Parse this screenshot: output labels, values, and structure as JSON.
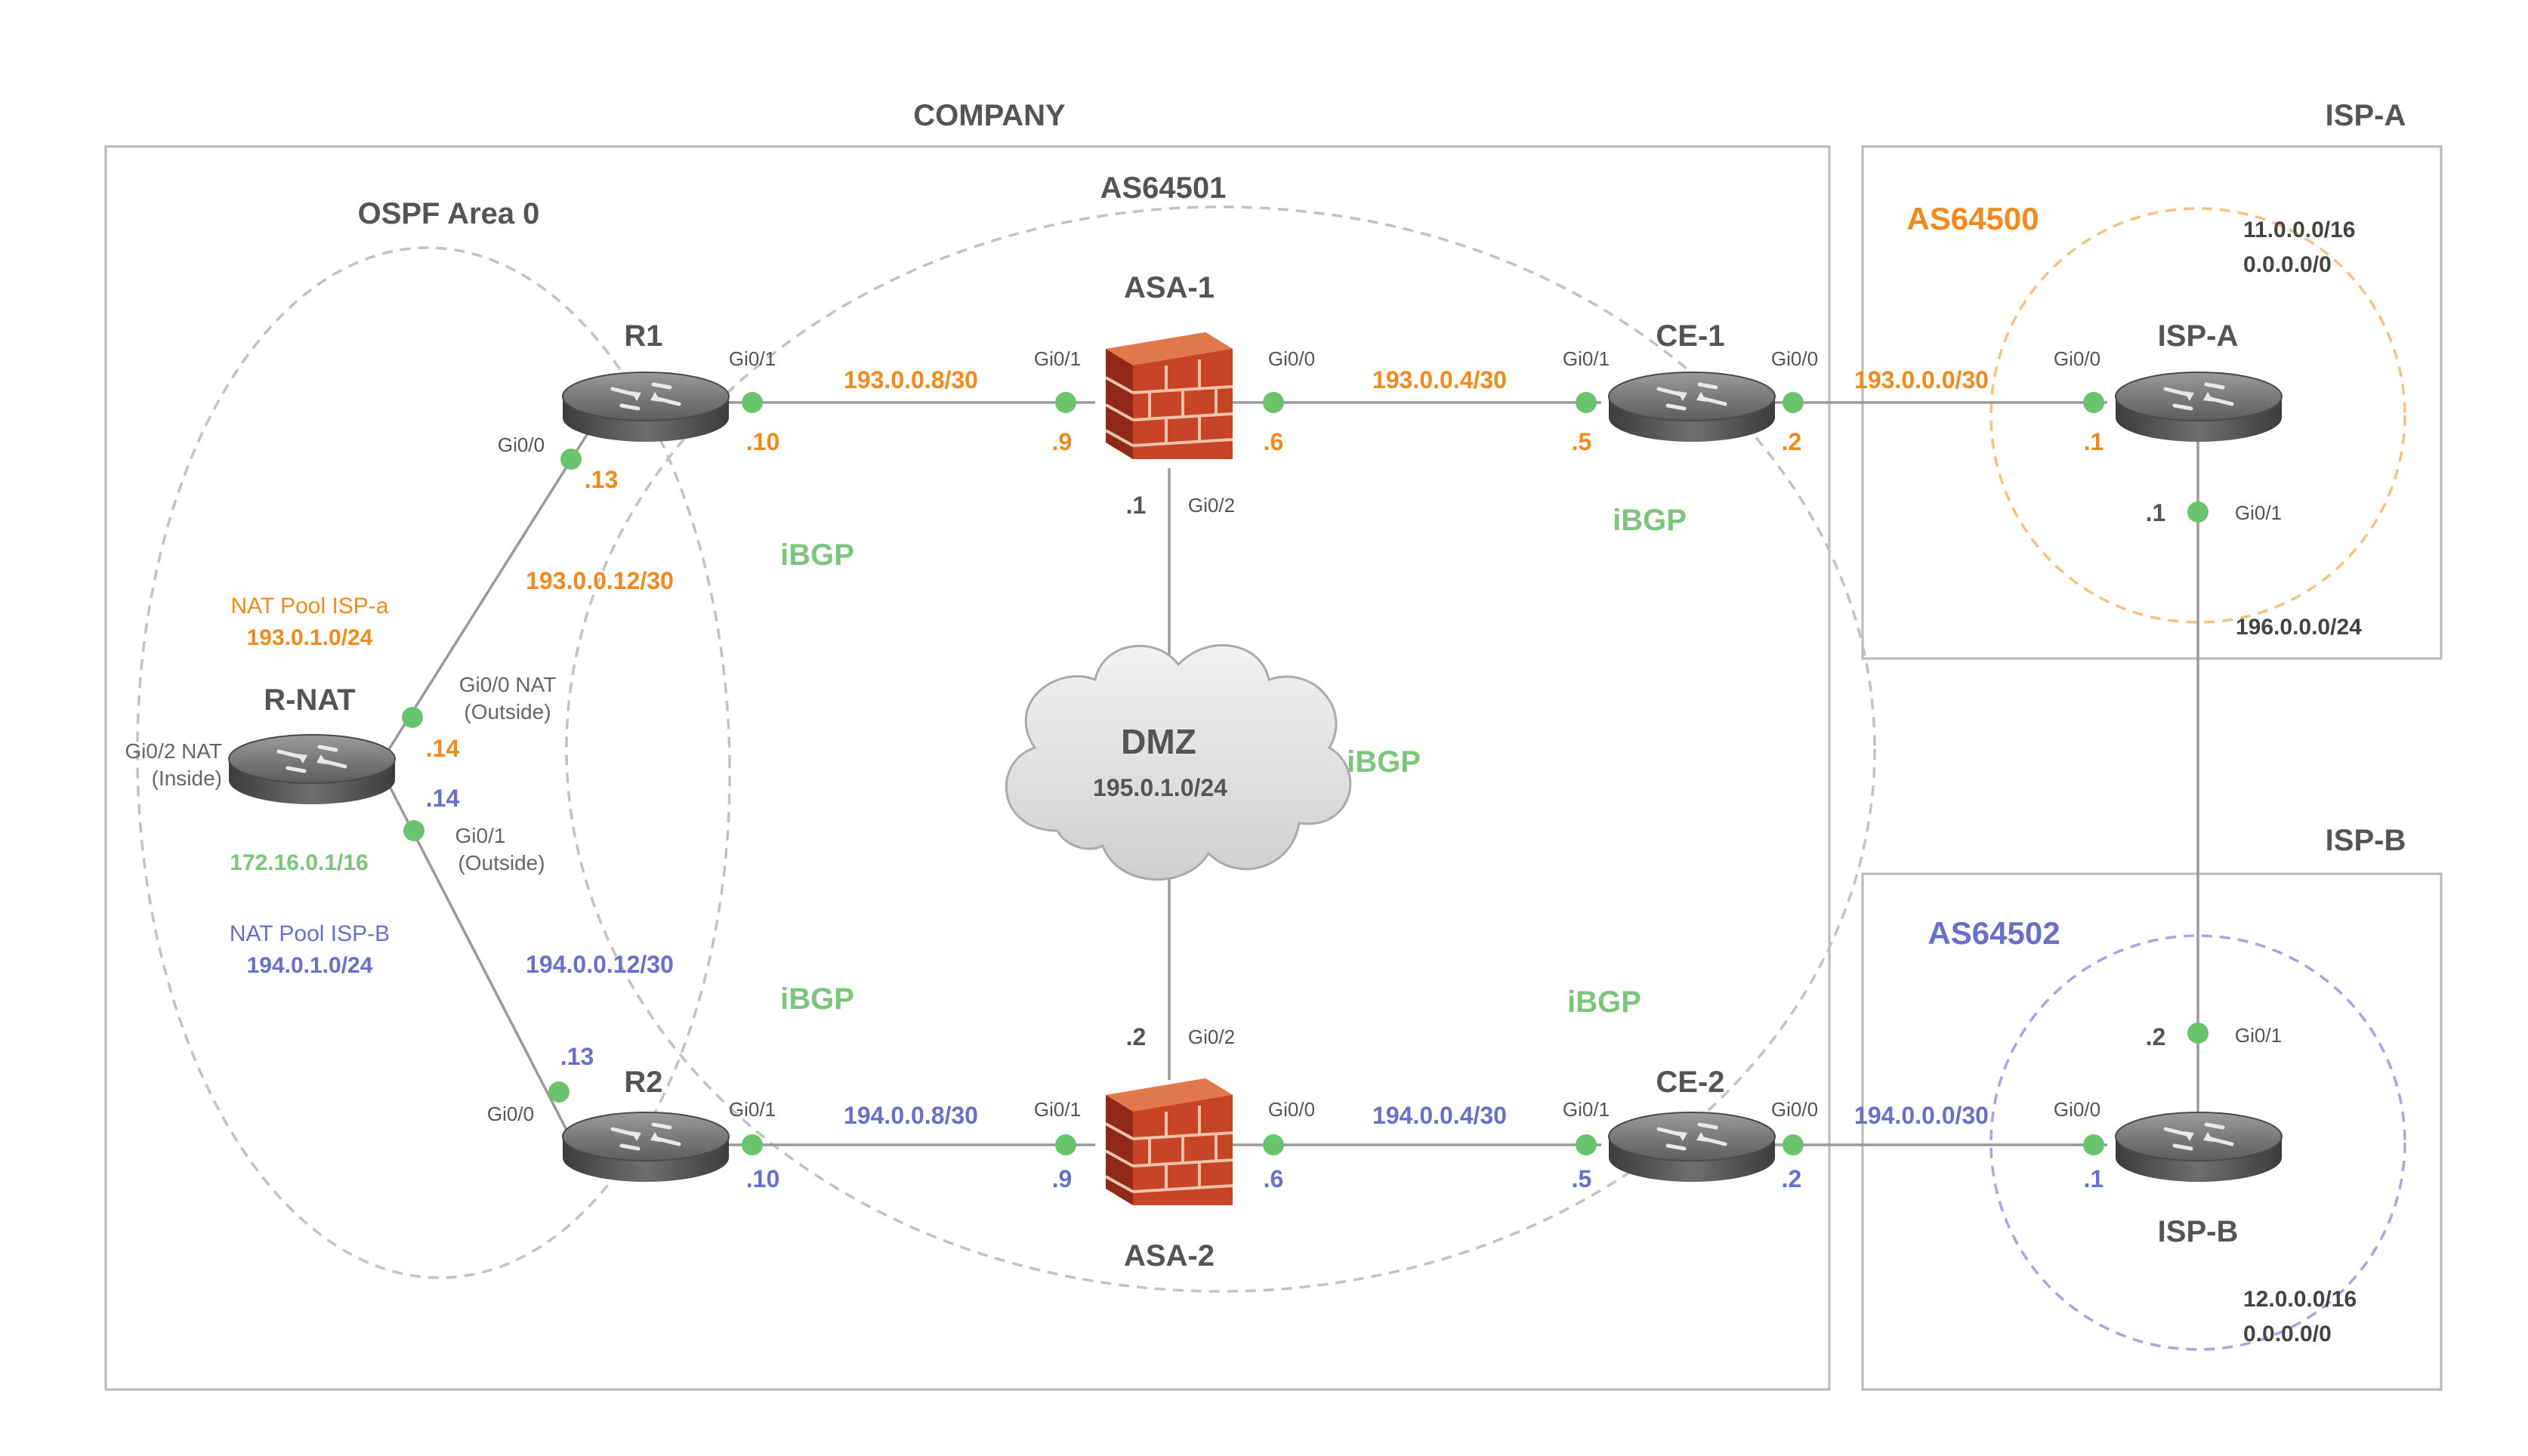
{
  "colors": {
    "orange": "#f08a1c",
    "blue": "#6a6fc8",
    "green": "#7cc57d",
    "gray": "#555555",
    "ispa_circle": "#f6c27d",
    "ispb_circle": "#a7a6e2"
  },
  "regions": {
    "company": "COMPANY",
    "isp_a": "ISP-A",
    "isp_b": "ISP-B",
    "company_as": "AS64501",
    "ospf": "OSPF Area 0"
  },
  "isp_a": {
    "as": "AS64500",
    "routes": [
      "11.0.0.0/16",
      "0.0.0.0/0"
    ],
    "link_net": "196.0.0.0/24"
  },
  "isp_b": {
    "as": "AS64502",
    "routes": [
      "12.0.0.0/16",
      "0.0.0.0/0"
    ]
  },
  "devices": {
    "r1": "R1",
    "r2": "R2",
    "rnat": "R-NAT",
    "asa1": "ASA-1",
    "asa2": "ASA-2",
    "ce1": "CE-1",
    "ce2": "CE-2",
    "ispa": "ISP-A",
    "ispb": "ISP-B"
  },
  "dmz": {
    "label": "DMZ",
    "net": "195.0.1.0/24"
  },
  "ibgp": "iBGP",
  "nat": {
    "pool_a_label": "NAT Pool ISP-a",
    "pool_a_net": "193.0.1.0/24",
    "pool_b_label": "NAT Pool ISP-B",
    "pool_b_net": "194.0.1.0/24",
    "inside_net": "172.16.0.1/16",
    "gi02": "Gi0/2 NAT",
    "inside": "(Inside)",
    "gi00": "Gi0/0 NAT",
    "outside": "(Outside)",
    "gi01": "Gi0/1"
  },
  "networks": {
    "r1_asa1": "193.0.0.8/30",
    "asa1_ce1": "193.0.0.4/30",
    "ce1_ispa": "193.0.0.0/30",
    "rnat_r1": "193.0.0.12/30",
    "r2_asa2": "194.0.0.8/30",
    "asa2_ce2": "194.0.0.4/30",
    "ce2_ispb": "194.0.0.0/30",
    "rnat_r2": "194.0.0.12/30"
  },
  "interfaces": {
    "gi00": "Gi0/0",
    "gi01": "Gi0/1",
    "gi02": "Gi0/2"
  },
  "addresses": {
    "r1_gi01": ".10",
    "r1_gi00": ".13",
    "asa1_gi01": ".9",
    "asa1_gi00": ".6",
    "asa1_gi02": ".1",
    "ce1_gi01": ".5",
    "ce1_gi00": ".2",
    "ispa_gi00": ".1",
    "ispa_gi01": ".1",
    "rnat_top": ".14",
    "rnat_bottom": ".14",
    "r2_gi00": ".13",
    "r2_gi01": ".10",
    "asa2_gi01": ".9",
    "asa2_gi00": ".6",
    "asa2_gi02": ".2",
    "ce2_gi01": ".5",
    "ce2_gi00": ".2",
    "ispb_gi01": ".2",
    "ispb_gi00": ".1"
  }
}
